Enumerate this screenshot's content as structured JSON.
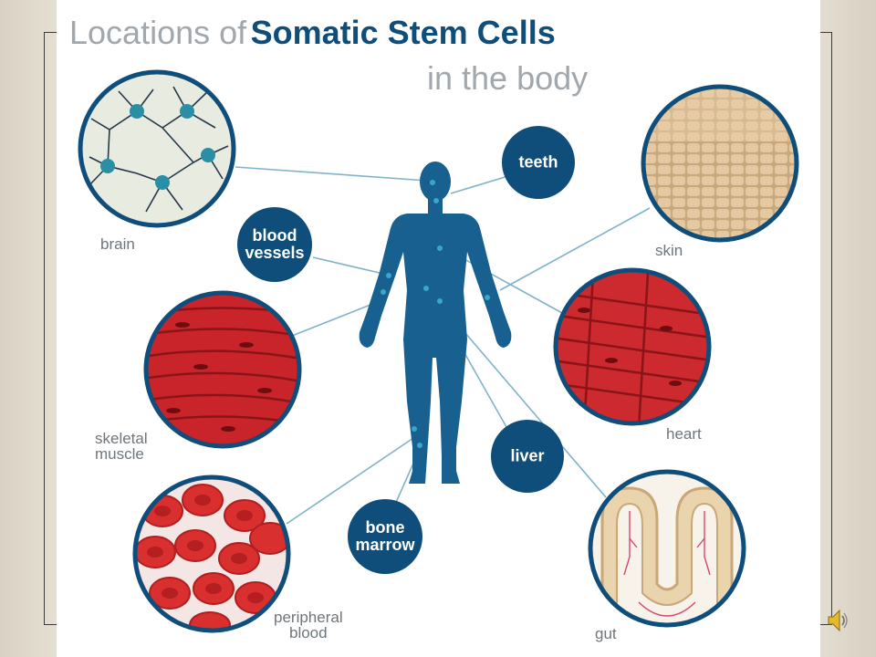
{
  "title": {
    "prefix": "Locations of",
    "main": "Somatic Stem Cells",
    "subtitle": "in the body"
  },
  "labels": {
    "brain": "brain",
    "skin": "skin",
    "skeletal_muscle": [
      "skeletal",
      "muscle"
    ],
    "heart": "heart",
    "peripheral_blood": [
      "peripheral",
      "blood"
    ],
    "gut": "gut"
  },
  "bubbles": {
    "teeth": "teeth",
    "blood_vessels": [
      "blood",
      "vessels"
    ],
    "liver": "liver",
    "bone_marrow": [
      "bone",
      "marrow"
    ]
  },
  "colors": {
    "navy": "#0f4d7a",
    "body": "#18608f",
    "muscle_red": "#c8242a",
    "skin_tan": "#dcc099",
    "gut_tan": "#ead4ae",
    "label_gray": "#6d767c"
  },
  "icons": {
    "speaker": "speaker-icon"
  }
}
